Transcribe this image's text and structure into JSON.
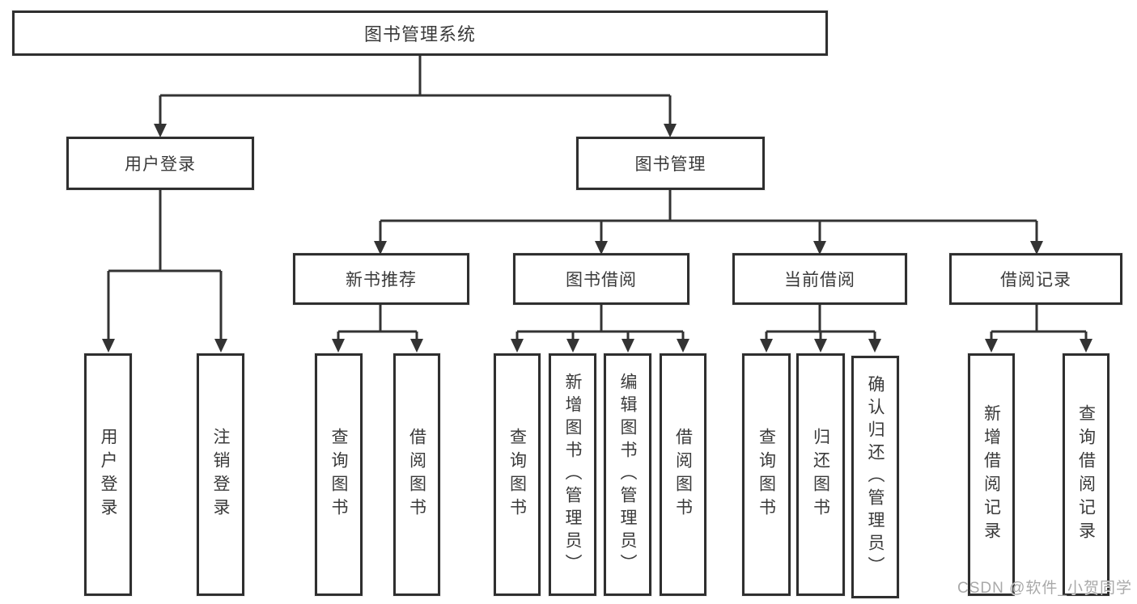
{
  "diagram": {
    "nodes": {
      "root": "图书管理系统",
      "user_login": "用户登录",
      "book_management": "图书管理",
      "new_book_recommend": "新书推荐",
      "book_borrow": "图书借阅",
      "current_borrow": "当前借阅",
      "borrow_records": "借阅记录"
    },
    "leaves": {
      "user_login": [
        "用户登录",
        "注销登录"
      ],
      "new_book_recommend": [
        "查询图书",
        "借阅图书"
      ],
      "book_borrow": [
        "查询图书",
        "新增图书（管理员）",
        "编辑图书（管理员）",
        "借阅图书"
      ],
      "current_borrow": [
        "查询图书",
        "归还图书",
        "确认归还（管理员）"
      ],
      "borrow_records": [
        "新增借阅记录",
        "查询借阅记录"
      ]
    }
  },
  "watermark": "CSDN @软件_小贺同学",
  "colors": {
    "line": "#333333",
    "box_border": "#2f2f2f",
    "box_fill": "#ffffff",
    "text": "#3a3a3a",
    "watermark": "#a9a9a9"
  }
}
